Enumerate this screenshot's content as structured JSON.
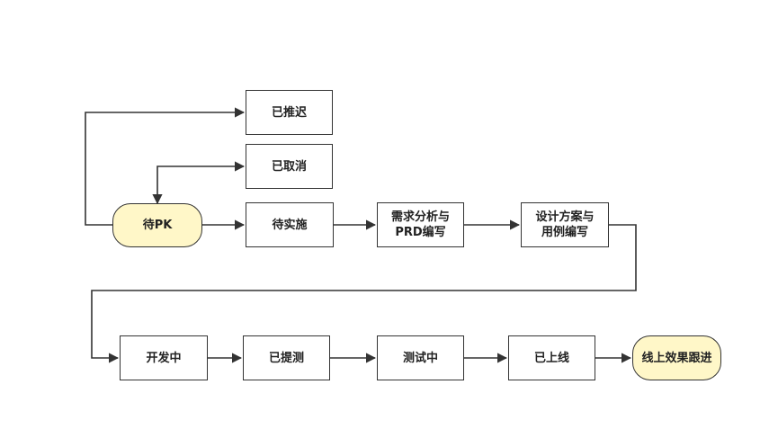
{
  "diagram": {
    "type": "flowchart",
    "colors": {
      "line": "#333333",
      "terminal_fill": "#fff7c8",
      "box_fill": "#ffffff"
    },
    "nodes": {
      "postponed": "已推迟",
      "cancelled": "已取消",
      "pending_pk": "待PK",
      "to_implement": "待实施",
      "requirement_analysis": "需求分析与\nPRD编写",
      "design": "设计方案与\n用例编写",
      "developing": "开发中",
      "submitted_test": "已提测",
      "testing": "测试中",
      "released": "已上线",
      "tracking": "线上效果跟进"
    },
    "edges": [
      [
        "pending_pk",
        "postponed"
      ],
      [
        "cancelled",
        "pending_pk"
      ],
      [
        "pending_pk",
        "cancelled"
      ],
      [
        "pending_pk",
        "to_implement"
      ],
      [
        "to_implement",
        "requirement_analysis"
      ],
      [
        "requirement_analysis",
        "design"
      ],
      [
        "design",
        "developing"
      ],
      [
        "developing",
        "submitted_test"
      ],
      [
        "submitted_test",
        "testing"
      ],
      [
        "testing",
        "released"
      ],
      [
        "released",
        "tracking"
      ]
    ]
  }
}
